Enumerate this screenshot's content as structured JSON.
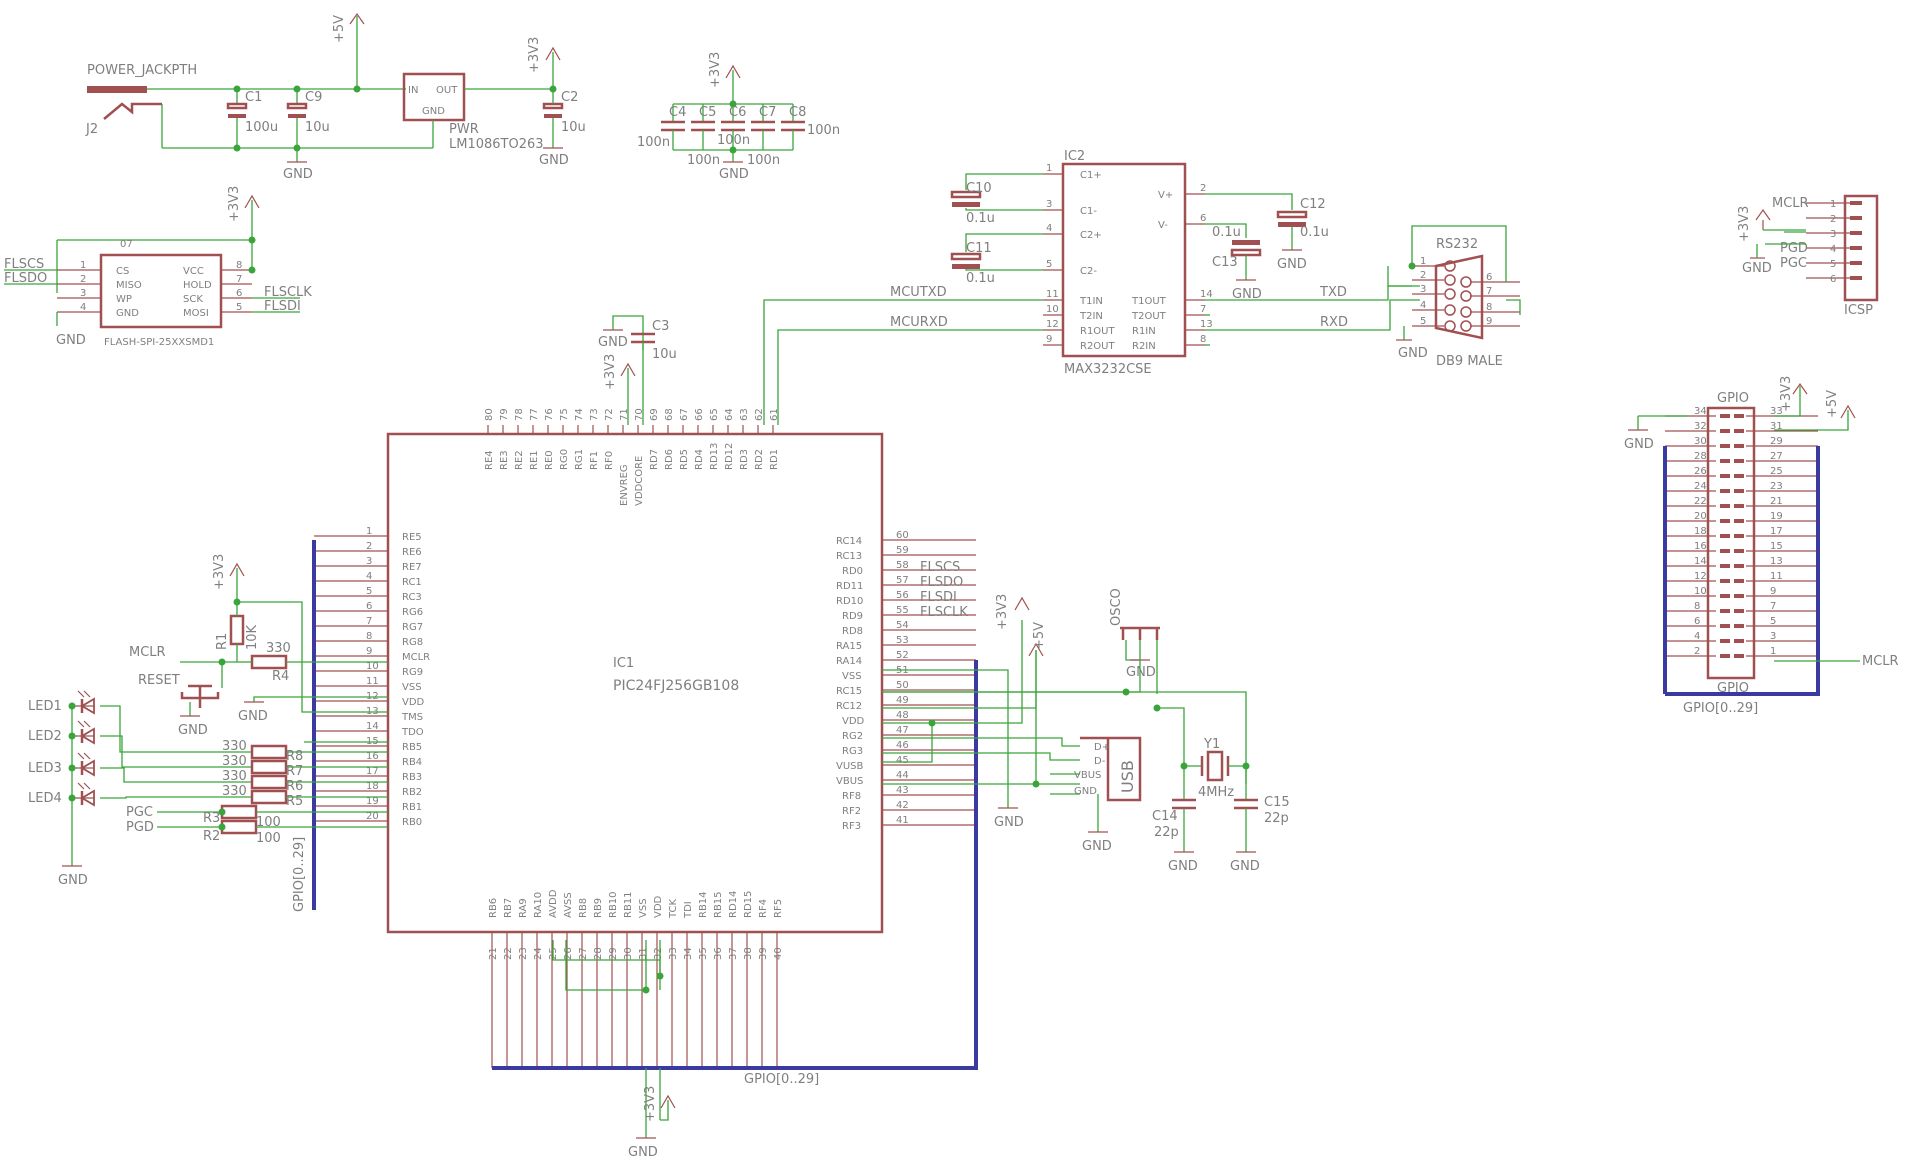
{
  "power_section": {
    "power_jack": "POWER_JACKPTH",
    "jack_ref": "J2",
    "c1_ref": "C1",
    "c1_val": "100u",
    "c9_ref": "C9",
    "c9_val": "10u",
    "c2_ref": "C2",
    "c2_val": "10u",
    "regulator_ref": "PWR",
    "regulator_val": "LM1086TO263",
    "regulator_in": "IN",
    "regulator_out": "OUT",
    "regulator_gnd": "GND",
    "plus5v": "+5V",
    "plus3v3": "+3V3",
    "gnd": "GND"
  },
  "decoupling": {
    "supply": "+3V3",
    "caps": [
      {
        "ref": "C4",
        "val": "100n"
      },
      {
        "ref": "C5",
        "val": "100n"
      },
      {
        "ref": "C6",
        "val": "100n"
      },
      {
        "ref": "C7",
        "val": "100n"
      },
      {
        "ref": "C8",
        "val": "100n"
      }
    ],
    "gnd": "GND"
  },
  "flash": {
    "ref": "07",
    "val": "FLASH-SPI-25XXSMD1",
    "supply": "+3V3",
    "gnd": "GND",
    "left_pins": [
      {
        "num": "1",
        "name": "CS",
        "net": "FLSCS"
      },
      {
        "num": "2",
        "name": "MISO",
        "net": "FLSDO"
      },
      {
        "num": "3",
        "name": "WP",
        "net": ""
      },
      {
        "num": "4",
        "name": "GND",
        "net": ""
      }
    ],
    "right_pins": [
      {
        "num": "8",
        "name": "VCC",
        "net": ""
      },
      {
        "num": "7",
        "name": "HOLD",
        "net": ""
      },
      {
        "num": "6",
        "name": "SCK",
        "net": "FLSCLK"
      },
      {
        "num": "5",
        "name": "MOSI",
        "net": "FLSDI"
      }
    ]
  },
  "max3232": {
    "ref": "IC2",
    "val": "MAX3232CSE",
    "left_pins": [
      {
        "num": "1",
        "name": "C1+"
      },
      {
        "num": "3",
        "name": "C1-"
      },
      {
        "num": "4",
        "name": "C2+"
      },
      {
        "num": "5",
        "name": "C2-"
      },
      {
        "num": "11",
        "name": "T1IN"
      },
      {
        "num": "10",
        "name": "T2IN"
      },
      {
        "num": "12",
        "name": "R1OUT"
      },
      {
        "num": "9",
        "name": "R2OUT"
      }
    ],
    "right_pins": [
      {
        "num": "2",
        "name": "V+"
      },
      {
        "num": "6",
        "name": "V-"
      },
      {
        "num": "14",
        "name": "T1OUT"
      },
      {
        "num": "7",
        "name": "T2OUT"
      },
      {
        "num": "13",
        "name": "R1IN"
      },
      {
        "num": "8",
        "name": "R2IN"
      }
    ],
    "c10_ref": "C10",
    "c10_val": "0.1u",
    "c11_ref": "C11",
    "c11_val": "0.1u",
    "c12_ref": "C12",
    "c12_val": "0.1u",
    "c13_ref": "C13",
    "c13_val": "0.1u",
    "net_mcutxd": "MCUTXD",
    "net_mcurxd": "MCURXD",
    "net_txd": "TXD",
    "net_rxd": "RXD",
    "gnd": "GND"
  },
  "db9": {
    "ref": "RS232",
    "val": "DB9 MALE",
    "left_pins": [
      "1",
      "2",
      "3",
      "4",
      "5"
    ],
    "right_pins": [
      "6",
      "7",
      "8",
      "9"
    ],
    "gnd": "GND"
  },
  "icsp": {
    "ref": "ICSP",
    "pins": [
      "1",
      "2",
      "3",
      "4",
      "5",
      "6"
    ],
    "nets": [
      "MCLR",
      "",
      "",
      "PGD",
      "PGC",
      ""
    ],
    "supply": "+3V3",
    "gnd": "GND"
  },
  "gpio_header": {
    "ref_top": "GPIO",
    "ref_bottom": "GPIO",
    "bus_label": "GPIO[0..29]",
    "left_pins": [
      "34",
      "32",
      "30",
      "28",
      "26",
      "24",
      "22",
      "20",
      "18",
      "16",
      "14",
      "12",
      "10",
      "8",
      "6",
      "4",
      "2"
    ],
    "right_pins": [
      "33",
      "31",
      "29",
      "27",
      "25",
      "23",
      "21",
      "19",
      "17",
      "15",
      "13",
      "11",
      "9",
      "7",
      "5",
      "3",
      "1"
    ],
    "supply1": "+3V3",
    "supply2": "+5V",
    "gnd": "GND",
    "net_mclr": "MCLR"
  },
  "mcu": {
    "ref": "IC1",
    "val": "PIC24FJ256GB108",
    "top_pins": [
      {
        "num": "80",
        "name": "RE4"
      },
      {
        "num": "79",
        "name": "RE3"
      },
      {
        "num": "78",
        "name": "RE2"
      },
      {
        "num": "77",
        "name": "RE1"
      },
      {
        "num": "76",
        "name": "RE0"
      },
      {
        "num": "75",
        "name": "RG0"
      },
      {
        "num": "74",
        "name": "RG1"
      },
      {
        "num": "73",
        "name": "RF1"
      },
      {
        "num": "72",
        "name": "RF0"
      },
      {
        "num": "71",
        "name": "ENVREG"
      },
      {
        "num": "70",
        "name": "VDDCORE"
      },
      {
        "num": "69",
        "name": "RD7"
      },
      {
        "num": "68",
        "name": "RD6"
      },
      {
        "num": "67",
        "name": "RD5"
      },
      {
        "num": "66",
        "name": "RD4"
      },
      {
        "num": "65",
        "name": "RD13"
      },
      {
        "num": "64",
        "name": "RD12"
      },
      {
        "num": "63",
        "name": "RD3"
      },
      {
        "num": "62",
        "name": "RD2"
      },
      {
        "num": "61",
        "name": "RD1"
      }
    ],
    "left_pins": [
      {
        "num": "1",
        "name": "RE5"
      },
      {
        "num": "2",
        "name": "RE6"
      },
      {
        "num": "3",
        "name": "RE7"
      },
      {
        "num": "4",
        "name": "RC1"
      },
      {
        "num": "5",
        "name": "RC3"
      },
      {
        "num": "6",
        "name": "RG6"
      },
      {
        "num": "7",
        "name": "RG7"
      },
      {
        "num": "8",
        "name": "RG8"
      },
      {
        "num": "9",
        "name": "MCLR"
      },
      {
        "num": "10",
        "name": "RG9"
      },
      {
        "num": "11",
        "name": "VSS"
      },
      {
        "num": "12",
        "name": "VDD"
      },
      {
        "num": "13",
        "name": "TMS"
      },
      {
        "num": "14",
        "name": "TDO"
      },
      {
        "num": "15",
        "name": "RB5"
      },
      {
        "num": "16",
        "name": "RB4"
      },
      {
        "num": "17",
        "name": "RB3"
      },
      {
        "num": "18",
        "name": "RB2"
      },
      {
        "num": "19",
        "name": "RB1"
      },
      {
        "num": "20",
        "name": "RB0"
      }
    ],
    "right_pins": [
      {
        "num": "60",
        "name": "RC14",
        "net": ""
      },
      {
        "num": "59",
        "name": "RC13",
        "net": ""
      },
      {
        "num": "58",
        "name": "RD0",
        "net": "FLSCS"
      },
      {
        "num": "57",
        "name": "RD11",
        "net": "FLSDO"
      },
      {
        "num": "56",
        "name": "RD10",
        "net": "FLSDI"
      },
      {
        "num": "55",
        "name": "RD9",
        "net": "FLSCLK"
      },
      {
        "num": "54",
        "name": "RD8",
        "net": ""
      },
      {
        "num": "53",
        "name": "RA15",
        "net": ""
      },
      {
        "num": "52",
        "name": "RA14",
        "net": ""
      },
      {
        "num": "51",
        "name": "VSS",
        "net": ""
      },
      {
        "num": "50",
        "name": "RC15",
        "net": ""
      },
      {
        "num": "49",
        "name": "RC12",
        "net": ""
      },
      {
        "num": "48",
        "name": "VDD",
        "net": ""
      },
      {
        "num": "47",
        "name": "RG2",
        "net": ""
      },
      {
        "num": "46",
        "name": "RG3",
        "net": ""
      },
      {
        "num": "45",
        "name": "VUSB",
        "net": ""
      },
      {
        "num": "44",
        "name": "VBUS",
        "net": ""
      },
      {
        "num": "43",
        "name": "RF8",
        "net": ""
      },
      {
        "num": "42",
        "name": "RF2",
        "net": ""
      },
      {
        "num": "41",
        "name": "RF3",
        "net": ""
      }
    ],
    "bottom_pins": [
      {
        "num": "21",
        "name": "RB6"
      },
      {
        "num": "22",
        "name": "RB7"
      },
      {
        "num": "23",
        "name": "RA9"
      },
      {
        "num": "24",
        "name": "RA10"
      },
      {
        "num": "25",
        "name": "AVDD"
      },
      {
        "num": "26",
        "name": "AVSS"
      },
      {
        "num": "27",
        "name": "RB8"
      },
      {
        "num": "28",
        "name": "RB9"
      },
      {
        "num": "29",
        "name": "RB10"
      },
      {
        "num": "30",
        "name": "RB11"
      },
      {
        "num": "31",
        "name": "VSS"
      },
      {
        "num": "32",
        "name": "VDD"
      },
      {
        "num": "33",
        "name": "TCK"
      },
      {
        "num": "34",
        "name": "TDI"
      },
      {
        "num": "35",
        "name": "RB14"
      },
      {
        "num": "36",
        "name": "RB15"
      },
      {
        "num": "37",
        "name": "RD14"
      },
      {
        "num": "38",
        "name": "RD15"
      },
      {
        "num": "39",
        "name": "RF4"
      },
      {
        "num": "40",
        "name": "RF5"
      }
    ],
    "c3_ref": "C3",
    "c3_val": "10u",
    "gnd": "GND",
    "supply": "+3V3",
    "bus_left": "GPIO[0..29]",
    "bus_bottom": "GPIO[0..29]",
    "bottom_supply": "+3V3",
    "bottom_gnd": "GND"
  },
  "reset_led": {
    "supply": "+3V3",
    "r1_ref": "R1",
    "r1_val": "10K",
    "r4_ref": "R4",
    "r4_val": "330",
    "net_mclr": "MCLR",
    "reset_label": "RESET",
    "gnd": "GND",
    "leds": [
      {
        "ref": "LED1",
        "r_ref": "R8",
        "r_val": "330"
      },
      {
        "ref": "LED2",
        "r_ref": "R7",
        "r_val": "330"
      },
      {
        "ref": "LED3",
        "r_ref": "R6",
        "r_val": "330"
      },
      {
        "ref": "LED4",
        "r_ref": "R5",
        "r_val": "330"
      }
    ],
    "pgc": "PGC",
    "r3_ref": "R3",
    "r3_val": "100",
    "pgd": "PGD",
    "r2_ref": "R2",
    "r2_val": "100",
    "led_gnd": "GND"
  },
  "usb_osc": {
    "supply1": "+3V3",
    "supply2": "+5V",
    "gnd_left": "GND",
    "osc_ref": "OSCO",
    "osc_gnd": "GND",
    "usb_label": "USB",
    "usb_pins": [
      "D+",
      "D-",
      "VBUS",
      "GND"
    ],
    "usb_gnd": "GND",
    "crystal_ref": "Y1",
    "crystal_val": "4MHz",
    "c14_ref": "C14",
    "c14_val": "22p",
    "c15_ref": "C15",
    "c15_val": "22p",
    "gnd1": "GND",
    "gnd2": "GND"
  }
}
